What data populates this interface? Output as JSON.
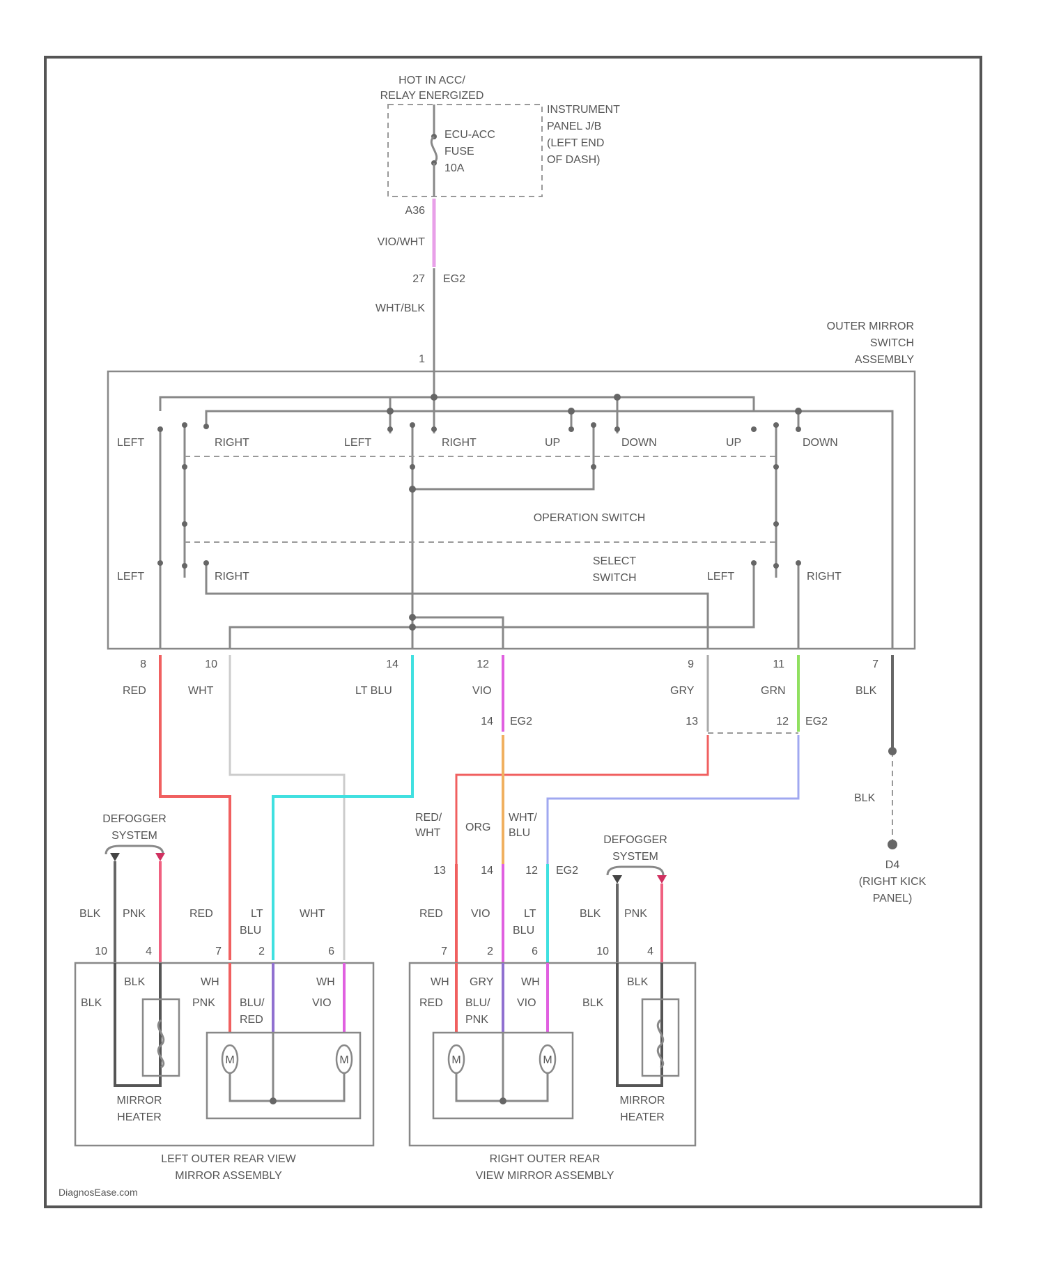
{
  "title_block": {
    "hot_label_1": "HOT IN ACC/",
    "hot_label_2": "RELAY ENERGIZED",
    "fuse_1": "ECU-ACC",
    "fuse_2": "FUSE",
    "fuse_3": "10A",
    "ipjb_1": "INSTRUMENT",
    "ipjb_2": "PANEL J/B",
    "ipjb_3": "(LEFT END",
    "ipjb_4": "OF DASH)",
    "pin_a": "A36",
    "wire_violet_wht": "VIO/WHT",
    "pin_27": "27",
    "conn_e": "EG2",
    "wire_wht_blk": "WHT/BLK"
  },
  "switch": {
    "title_1": "OUTER MIRROR",
    "title_2": "SWITCH",
    "title_3": "ASSEMBLY",
    "pin_1": "1",
    "left": "LEFT",
    "right": "RIGHT",
    "up": "UP",
    "down": "DOWN",
    "operation": "OPERATION SWITCH",
    "select_1": "SELECT",
    "select_2": "SWITCH"
  },
  "pins": {
    "p8": "8",
    "p10": "10",
    "p14": "14",
    "p12": "12",
    "p9": "9",
    "p11": "11",
    "p7": "7",
    "p13": "13",
    "p1": "1",
    "p4": "4",
    "p2": "2",
    "p6": "6"
  },
  "wires": {
    "red": "RED",
    "wht": "WHT",
    "lt": "LT",
    "lt_blu": "LT BLU",
    "blu": "BLU",
    "vio": "VIO",
    "gry": "GRY",
    "grn": "GRN",
    "blk": "BLK",
    "pnk": "PNK",
    "org": "ORG",
    "red_wht_1": "RED/",
    "red_wht_2": "WHT",
    "wht_blu_1": "WHT/",
    "wht_blu_2": "BLU",
    "conn_e": "EG2",
    "ground": "D4",
    "ground_loc_1": "(RIGHT KICK",
    "ground_loc_2": "PANEL)"
  },
  "defogger": {
    "line_1": "DEFOGGER",
    "line_2": "SYSTEM"
  },
  "left_mirror": {
    "inner_blk": "BLK",
    "inner_wht": "WHT",
    "inner_pnk": "PNK",
    "inner_blu": "BLU/",
    "inner_red": "RED",
    "inner_vio": "VIO",
    "inner_wh": "WH",
    "heater_1": "MIRROR",
    "heater_2": "HEATER",
    "motor": "M",
    "title_1": "LEFT OUTER REAR VIEW",
    "title_2": "MIRROR ASSEMBLY"
  },
  "right_mirror": {
    "inner_wh": "WH",
    "inner_gry": "GRY",
    "inner_red": "RED",
    "inner_blu": "BLU/",
    "inner_pnk": "PNK",
    "inner_vio": "VIO",
    "inner_blk": "BLK",
    "heater_1": "MIRROR",
    "heater_2": "HEATER",
    "motor": "M",
    "title_1": "RIGHT OUTER REAR",
    "title_2": "VIEW MIRROR ASSEMBLY"
  },
  "footer": {
    "watermark": "DiagnosEase.com"
  },
  "colors": {
    "violet_white": "#e8a0e8",
    "red": "#f06060",
    "cyan": "#40e0e0",
    "violet": "#e060e0",
    "orange": "#f0b060",
    "green": "#90e060",
    "lavender": "#a0a8f0",
    "blue_purple": "#9070d0"
  }
}
